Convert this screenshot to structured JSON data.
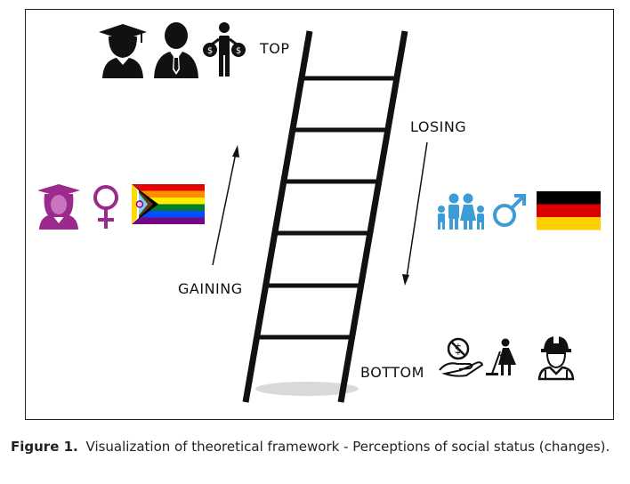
{
  "labels": {
    "top": "TOP",
    "bottom": "BOTTOM",
    "gaining": "GAINING",
    "losing": "LOSING"
  },
  "caption": {
    "figure_label": "Figure 1.",
    "text": "Visualization of theoretical framework - Perceptions of social status (changes)."
  },
  "icon_groups": {
    "top": [
      "graduate-icon",
      "businessman-icon",
      "money-holder-icon"
    ],
    "gaining": [
      "female-graduate-icon",
      "female-symbol-icon",
      "progress-pride-flag-icon"
    ],
    "losing": [
      "family-icon",
      "male-symbol-icon",
      "german-flag-icon"
    ],
    "bottom": [
      "no-money-hand-icon",
      "cleaning-worker-icon",
      "construction-worker-icon"
    ]
  },
  "colors": {
    "ink": "#111111",
    "gaining_purple": "#9b2a8c",
    "losing_blue": "#3d9bd6",
    "germany": [
      "#000000",
      "#dd0000",
      "#ffce00"
    ]
  }
}
